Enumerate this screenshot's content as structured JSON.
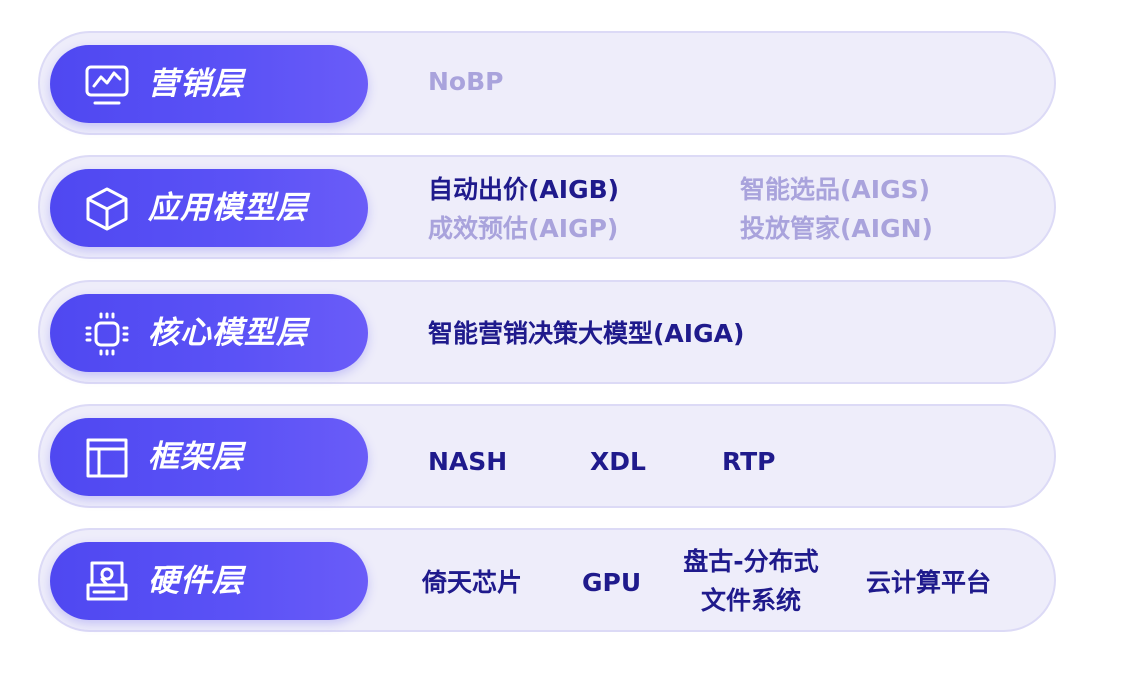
{
  "colors": {
    "pill_gradient_start": "#4f48f1",
    "pill_gradient_end": "#6a5cf8",
    "row_background": "#eeedfa",
    "row_border": "#dcdaf6",
    "text_dark": "#1f1a8c",
    "text_light": "#a9a3dc"
  },
  "layers": [
    {
      "label": "营销层",
      "icon": "monitor-chart-icon",
      "items": [
        "NoBP"
      ]
    },
    {
      "label": "应用模型层",
      "icon": "cube-icon",
      "items": [
        "自动出价(AIGB)",
        "智能选品(AIGS)",
        "成效预估(AIGP)",
        "投放管家(AIGN)"
      ]
    },
    {
      "label": "核心模型层",
      "icon": "chip-icon",
      "items": [
        "智能营销决策大模型(AIGA)"
      ]
    },
    {
      "label": "框架层",
      "icon": "layout-icon",
      "items": [
        "NASH",
        "XDL",
        "RTP"
      ]
    },
    {
      "label": "硬件层",
      "icon": "hard-drive-icon",
      "items": [
        "倚天芯片",
        "GPU",
        "盘古-分布式",
        "文件系统",
        "云计算平台"
      ]
    }
  ]
}
